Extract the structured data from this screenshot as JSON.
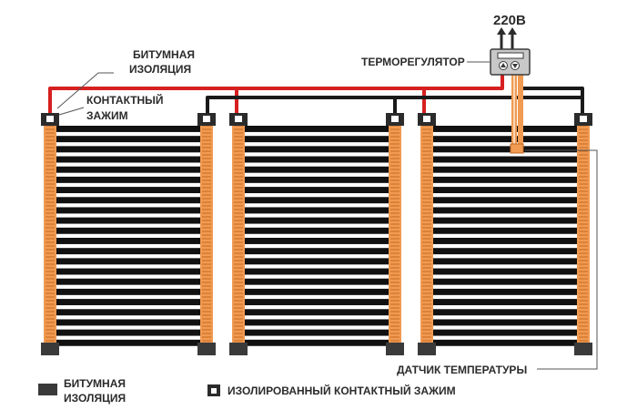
{
  "labels": {
    "voltage": "220В",
    "thermostat": "ТЕРМОРЕГУЛЯТОР",
    "bitumen_line1": "БИТУМНАЯ",
    "bitumen_line2": "ИЗОЛЯЦИЯ",
    "contact_line1": "КОНТАКТНЫЙ",
    "contact_line2": "ЗАЖИМ",
    "sensor": "ДАТЧИК ТЕМПЕРАТУРЫ"
  },
  "legend": {
    "bitumen_line1": "БИТУМНАЯ",
    "bitumen_line2": "ИЗОЛЯЦИЯ",
    "clamp": "ИЗОЛИРОВАННЫЙ КОНТАКТНЫЙ ЗАЖИМ"
  },
  "panels": {
    "count": 3,
    "strips_per_panel": 22
  },
  "colors": {
    "bus_orange": "#f09a52",
    "strip_black": "#111111",
    "wire_red": "#d62020",
    "wire_black": "#1a1a1a",
    "insulation": "#3a3a3a",
    "thermostat_body": "#c8c8c8"
  }
}
